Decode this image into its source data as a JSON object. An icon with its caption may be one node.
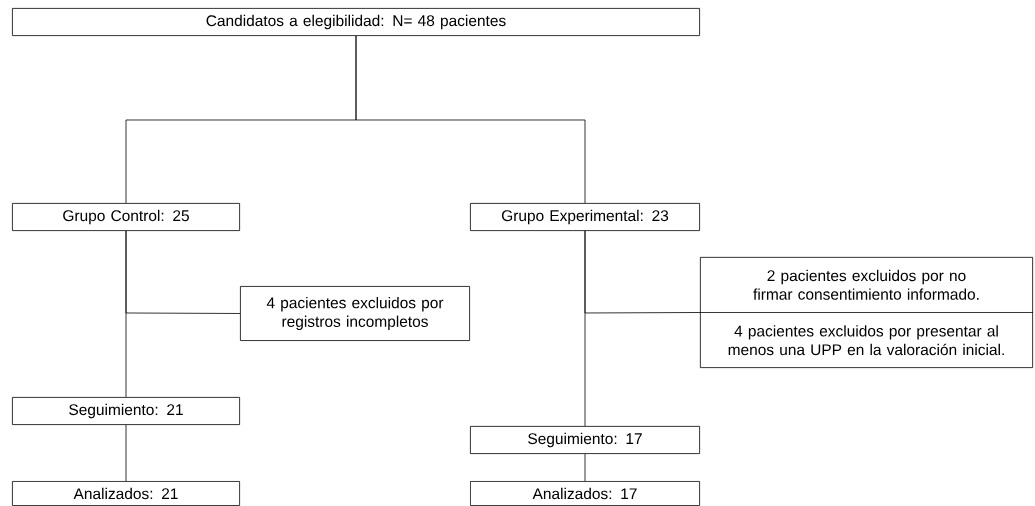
{
  "diagram": {
    "nodes": [
      {
        "text": [
          "Candidatos a elegibilidad: N= 48 pacientes"
        ]
      },
      {
        "text": [
          "Grupo Control: 25"
        ]
      },
      {
        "text": [
          "Grupo Experimental: 23"
        ]
      },
      {
        "text": [
          "4 pacientes excluidos por registros incompletos"
        ]
      },
      {
        "text": [
          "2 pacientes excluidos por no firmar consentimiento informado.",
          "4 pacientes excluidos por presentar al menos una UPP en la valoración inicial."
        ]
      },
      {
        "text": [
          "Seguimiento: 21"
        ]
      },
      {
        "text": [
          "Seguimiento: 17"
        ]
      },
      {
        "text": [
          "Analizados: 21"
        ]
      },
      {
        "text": [
          "Analizados: 17"
        ]
      }
    ],
    "edges": [
      {
        "from": 0,
        "to": 1,
        "arrow": "none"
      },
      {
        "from": 0,
        "to": 2,
        "arrow": "none"
      },
      {
        "from": 1,
        "to": 3,
        "arrow": "none"
      },
      {
        "from": 2,
        "to": 4,
        "arrow": "none"
      },
      {
        "from": 1,
        "to": 5,
        "arrow": "none"
      },
      {
        "from": 2,
        "to": 6,
        "arrow": "none"
      },
      {
        "from": 5,
        "to": 7,
        "arrow": "none"
      },
      {
        "from": 6,
        "to": 8,
        "arrow": "none"
      }
    ]
  }
}
